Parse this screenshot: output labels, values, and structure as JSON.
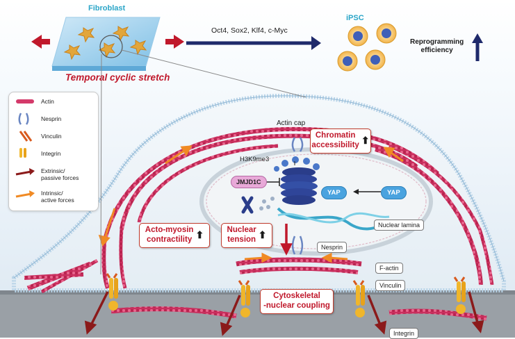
{
  "top": {
    "cell_type_start": "Fibroblast",
    "stretch_label": "Temporal cyclic stretch",
    "factors": "Oct4, Sox2, Klf4, c-Myc",
    "cell_type_end": "iPSC",
    "reprogramming_line1": "Reprogramming",
    "reprogramming_line2": "efficiency"
  },
  "legend": {
    "items": [
      {
        "label": "Actin",
        "icon": "actin-icon"
      },
      {
        "label": "Nesprin",
        "icon": "nesprin-icon"
      },
      {
        "label": "Vinculin",
        "icon": "vinculin-icon"
      },
      {
        "label": "Integrin",
        "icon": "integrin-icon"
      },
      {
        "label_line1": "Extrinsic/",
        "label_line2": "passive forces",
        "icon": "dark-red-arrow-icon"
      },
      {
        "label_line1": "Intrinsic/",
        "label_line2": "active forces",
        "icon": "orange-arrow-icon"
      }
    ]
  },
  "cell": {
    "actin_cap": "Actin cap",
    "h3k9me3": "H3K9me3",
    "jmjd1c": "JMJD1C",
    "yap": "YAP",
    "chromatin_line1": "Chromatin",
    "chromatin_line2": "accessibility",
    "acto_line1": "Acto-myosin",
    "acto_line2": "contractility",
    "nuclear_line1": "Nuclear",
    "nuclear_line2": "tension",
    "nuclear_lamina": "Nuclear lamina",
    "nesprin": "Nesprin",
    "f_actin": "F-actin",
    "vinculin": "Vinculin",
    "coupling_line1": "Cytoskeletal",
    "coupling_line2": "-nuclear coupling",
    "integrin": "Integrin"
  },
  "colors": {
    "actin": "#d43a6a",
    "extrinsic_arrow": "#8b1a1a",
    "intrinsic_arrow": "#f08a24",
    "label_red": "#c0182b",
    "navy_arrow": "#1f2a6b",
    "yap": "#4aa3df"
  }
}
